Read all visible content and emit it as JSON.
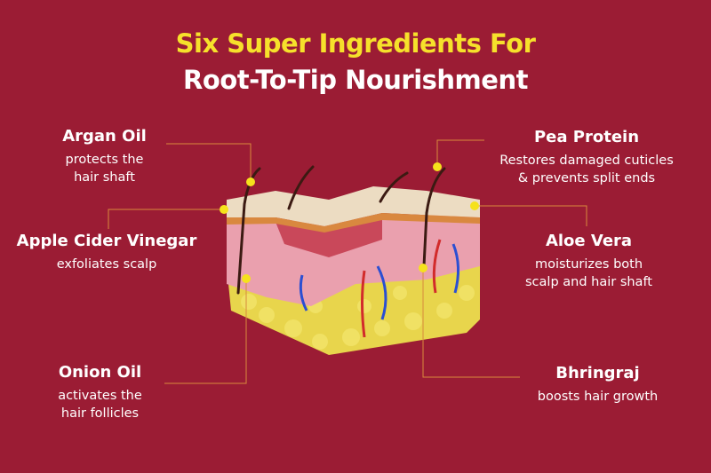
{
  "title": {
    "line1": "Six Super Ingredients For",
    "line2": "Root-To-Tip Nourishment"
  },
  "colors": {
    "background": "#9b1c34",
    "title_accent": "#f6e12b",
    "dot": "#f5e21c",
    "leader_line": "#d98a3c"
  },
  "ingredients": [
    {
      "name": "Argan Oil",
      "benefit": "protects the\nhair shaft"
    },
    {
      "name": "Apple Cider Vinegar",
      "benefit": "exfoliates scalp"
    },
    {
      "name": "Onion Oil",
      "benefit": "activates the\nhair follicles"
    },
    {
      "name": "Pea Protein",
      "benefit": "Restores damaged cuticles\n& prevents split ends"
    },
    {
      "name": "Aloe Vera",
      "benefit": "moisturizes both\nscalp and  hair shaft"
    },
    {
      "name": "Bhringraj",
      "benefit": "boosts hair growth"
    }
  ]
}
